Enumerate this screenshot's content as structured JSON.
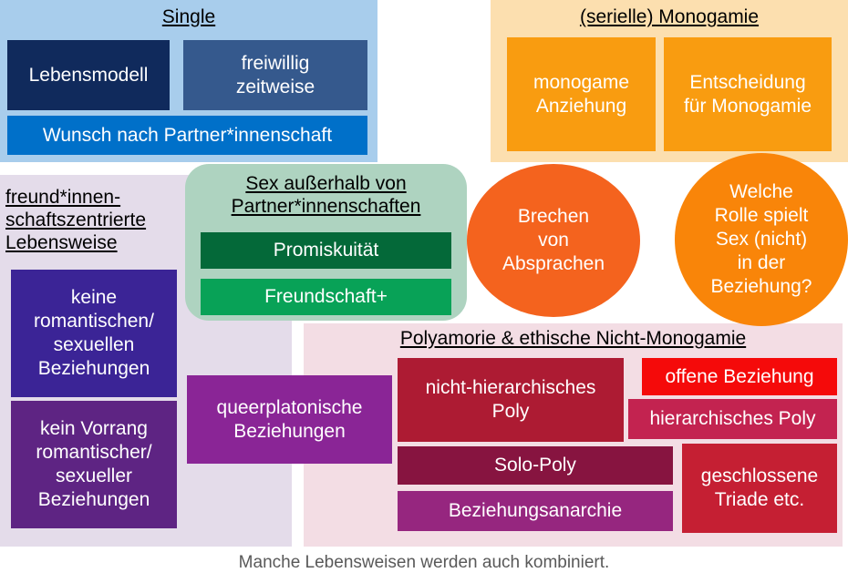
{
  "diagram": {
    "caption": "Manche Lebensweisen werden auch kombiniert.",
    "colors": {
      "single_bg": "#a8cdec",
      "monogamy_bg": "#fcdfaf",
      "friendship_bg": "#e4dcea",
      "poly_bg": "#f3dde4",
      "green_bg": "#aed3c0",
      "navy": "#102a5c",
      "steel_blue": "#35598d",
      "bright_blue": "#0070c9",
      "orange": "#f99c10",
      "orange_dark": "#f57c20",
      "orange_circle_left": "#f4631e",
      "orange_circle_right": "#f98509",
      "green_dark": "#046939",
      "green_mid": "#08a257",
      "indigo": "#3b2496",
      "purple_deep": "#5e2483",
      "purple": "#8a2596",
      "crimson": "#ad1b33",
      "red": "#f50a0a",
      "pink_red": "#c32350",
      "maroon": "#871440",
      "plum": "#96267f",
      "brick": "#c51f33",
      "caption_gray": "#595959"
    }
  },
  "single": {
    "title": "Single",
    "boxes": [
      {
        "label": "Lebensmodell"
      },
      {
        "label": "freiwillig\nzeitweise"
      },
      {
        "label": "Wunsch nach Partner*innenschaft"
      }
    ]
  },
  "monogamy": {
    "title": "(serielle) Monogamie",
    "boxes": [
      {
        "label": "monogame\nAnziehung"
      },
      {
        "label": "Entscheidung\nfür Monogamie"
      }
    ]
  },
  "sex_outside": {
    "title": "Sex außerhalb von\nPartner*innenschaften",
    "boxes": [
      {
        "label": "Promiskuität"
      },
      {
        "label": "Freundschaft+"
      }
    ]
  },
  "circles": [
    {
      "label": "Brechen\nvon\nAbsprachen"
    },
    {
      "label": "Welche\nRolle spielt\nSex (nicht)\nin der\nBeziehung?"
    }
  ],
  "friendship": {
    "title": "freund*innen-\nschaftszentrierte\nLebensweise",
    "boxes": [
      {
        "label": "keine\nromantischen/\nsexuellen\nBeziehungen"
      },
      {
        "label": "kein Vorrang\nromantischer/\nsexueller\nBeziehungen"
      }
    ],
    "extra": {
      "label": "queerplatonische\nBeziehungen"
    }
  },
  "poly": {
    "title": "Polyamorie & ethische Nicht-Monogamie",
    "boxes": [
      {
        "label": "nicht-hierarchisches\nPoly"
      },
      {
        "label": "offene Beziehung"
      },
      {
        "label": "hierarchisches Poly"
      },
      {
        "label": "Solo-Poly"
      },
      {
        "label": "geschlossene\nTriade etc."
      },
      {
        "label": "Beziehungsanarchie"
      }
    ]
  }
}
